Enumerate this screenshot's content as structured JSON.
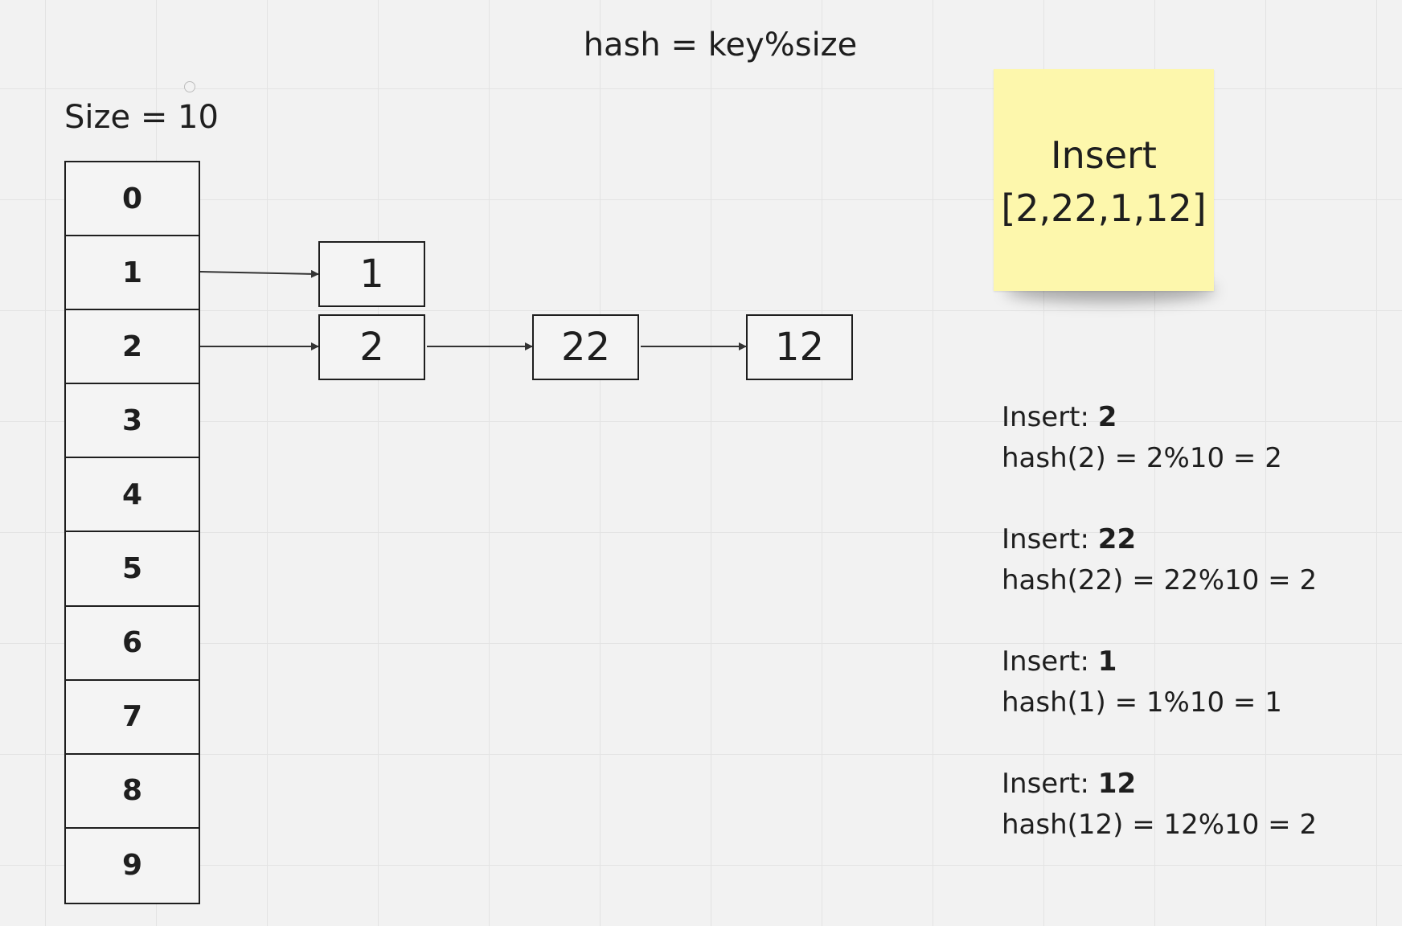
{
  "title": "hash = key%size",
  "size_label": "Size = 10",
  "slots": [
    "0",
    "1",
    "2",
    "3",
    "4",
    "5",
    "6",
    "7",
    "8",
    "9"
  ],
  "nodes": {
    "slot1_first": "1",
    "slot2_first": "2",
    "slot2_second": "22",
    "slot2_third": "12"
  },
  "sticky": {
    "line1": "Insert",
    "line2": "[2,22,1,12]",
    "color": "#fdf7ac"
  },
  "steps": [
    {
      "label": "Insert:  ",
      "value": "2",
      "formula": "hash(2) = 2%10 = 2"
    },
    {
      "label": "Insert:  ",
      "value": "22",
      "formula": "hash(22) = 22%10 = 2"
    },
    {
      "label": "Insert: ",
      "value": "1",
      "formula": "hash(1) = 1%10 = 1"
    },
    {
      "label": "Insert: ",
      "value": "12",
      "formula": "hash(12) = 12%10 = 2"
    }
  ]
}
